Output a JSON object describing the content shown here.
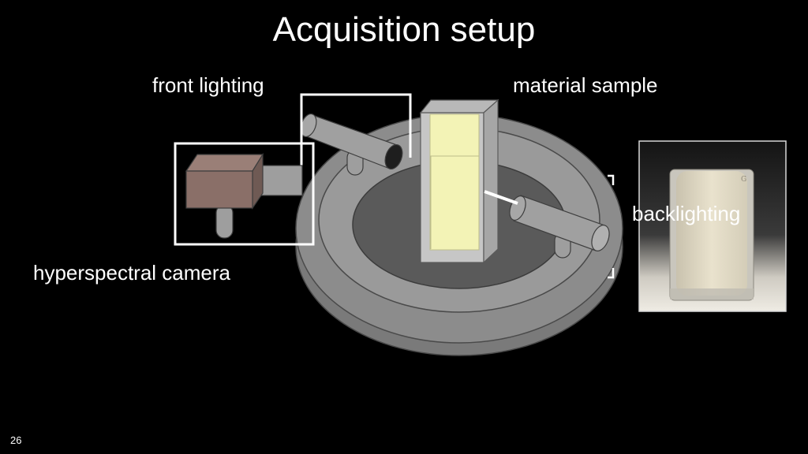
{
  "slide": {
    "title": "Acquisition setup",
    "page_number": "26"
  },
  "labels": {
    "front_lighting": "front lighting",
    "material_sample": "material sample",
    "hyperspectral_camera": "hyperspectral camera",
    "backlighting": "backlighting"
  },
  "photo": {
    "corner_mark": "G"
  },
  "colors": {
    "background": "#000000",
    "text": "#ffffff",
    "turntable": "#8c8c8c",
    "camera_body": "#8a6f68",
    "sample_fill": "#f3f3b6"
  }
}
